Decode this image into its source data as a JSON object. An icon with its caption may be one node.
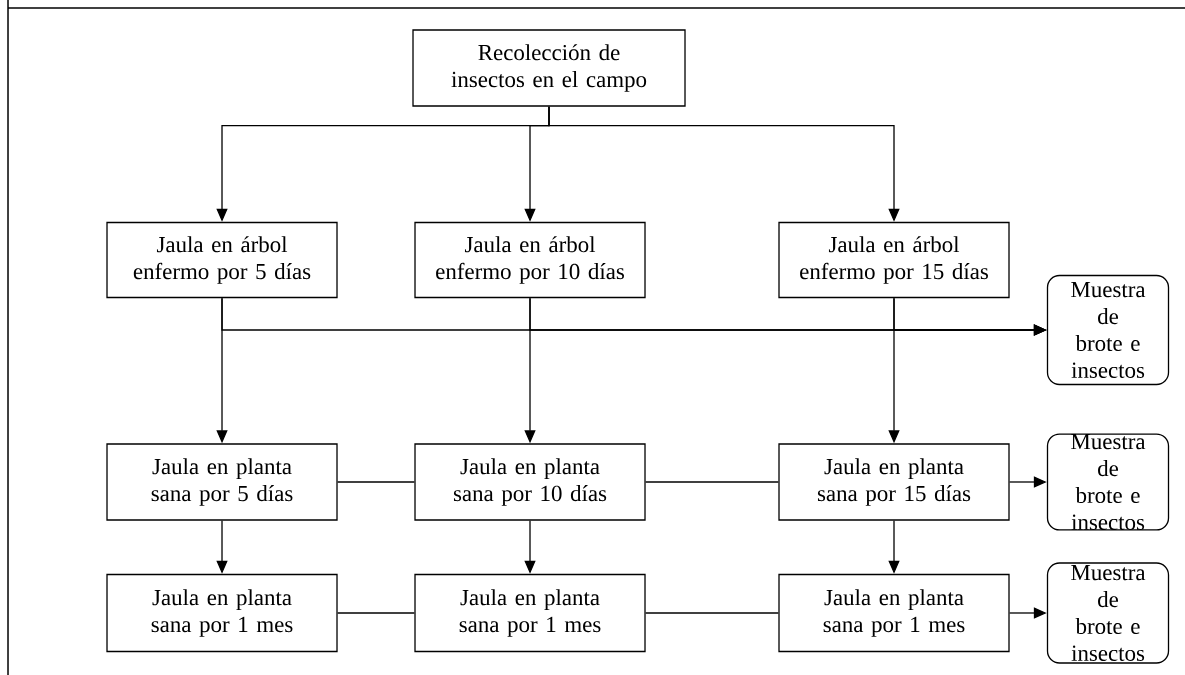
{
  "diagram": {
    "nodes": [
      {
        "text": [
          "Recolección de insectos en el campo"
        ]
      },
      {
        "text": [
          "Jaula en árbol enfermo por 5 días"
        ]
      },
      {
        "text": [
          "Jaula en árbol enfermo por 10 días"
        ]
      },
      {
        "text": [
          "Jaula en árbol enfermo por 15 días"
        ]
      },
      {
        "text": [
          "Muestra de brote e insectos"
        ]
      },
      {
        "text": [
          "Jaula en planta sana por 5 días"
        ]
      },
      {
        "text": [
          "Jaula en planta sana por 10 días"
        ]
      },
      {
        "text": [
          "Jaula en planta sana por 15 días"
        ]
      },
      {
        "text": [
          "Muestra de brote e insectos"
        ]
      },
      {
        "text": [
          "Jaula en planta sana por 1 mes"
        ]
      },
      {
        "text": [
          "Jaula en planta sana por 1 mes"
        ]
      },
      {
        "text": [
          "Jaula en planta sana por 1 mes"
        ]
      },
      {
        "text": [
          "Muestra de brote e insectos"
        ]
      }
    ],
    "edges": [
      {
        "from": 0,
        "to": 1,
        "arrow": "to"
      },
      {
        "from": 0,
        "to": 2,
        "arrow": "to"
      },
      {
        "from": 0,
        "to": 3,
        "arrow": "to"
      },
      {
        "from": 1,
        "to": 4,
        "arrow": "to"
      },
      {
        "from": 2,
        "to": 4,
        "arrow": "to"
      },
      {
        "from": 3,
        "to": 4,
        "arrow": "to"
      },
      {
        "from": 1,
        "to": 5,
        "arrow": "to"
      },
      {
        "from": 2,
        "to": 6,
        "arrow": "to"
      },
      {
        "from": 3,
        "to": 7,
        "arrow": "to"
      },
      {
        "from": 5,
        "to": 6,
        "arrow": "none"
      },
      {
        "from": 6,
        "to": 7,
        "arrow": "none"
      },
      {
        "from": 7,
        "to": 8,
        "arrow": "to"
      },
      {
        "from": 5,
        "to": 9,
        "arrow": "to"
      },
      {
        "from": 6,
        "to": 10,
        "arrow": "to"
      },
      {
        "from": 7,
        "to": 11,
        "arrow": "to"
      },
      {
        "from": 9,
        "to": 10,
        "arrow": "none"
      },
      {
        "from": 10,
        "to": 11,
        "arrow": "none"
      },
      {
        "from": 11,
        "to": 12,
        "arrow": "to"
      }
    ]
  }
}
